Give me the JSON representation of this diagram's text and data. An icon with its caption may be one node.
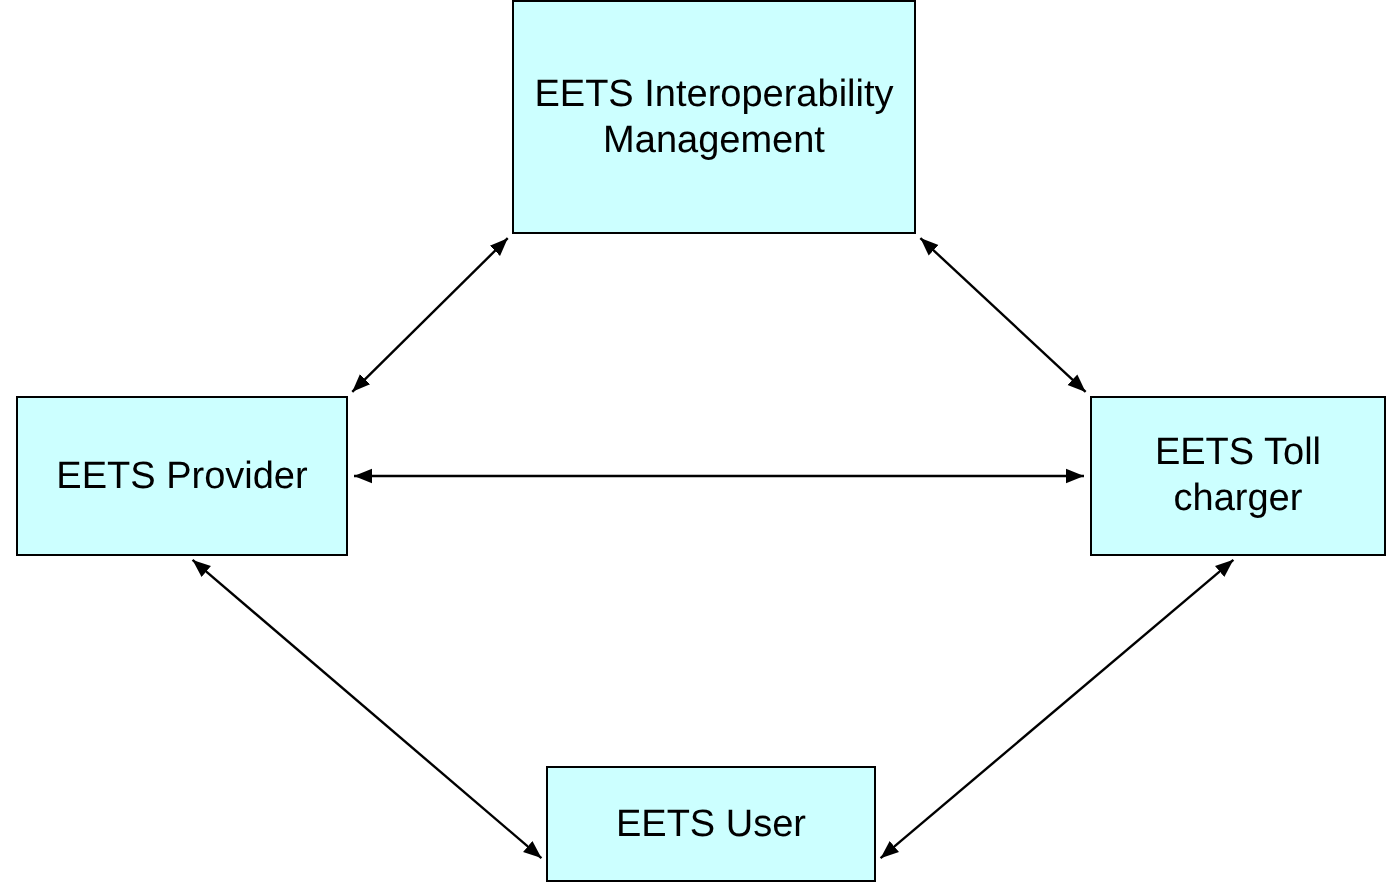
{
  "diagram": {
    "nodes": [
      {
        "text": [
          "EETS Interoperability Management"
        ]
      },
      {
        "text": [
          "EETS Provider"
        ]
      },
      {
        "text": [
          "EETS Toll charger"
        ]
      },
      {
        "text": [
          "EETS User"
        ]
      }
    ],
    "edges": [
      {
        "from": 0,
        "to": 1,
        "arrow": "both"
      },
      {
        "from": 0,
        "to": 2,
        "arrow": "both"
      },
      {
        "from": 1,
        "to": 2,
        "arrow": "both"
      },
      {
        "from": 1,
        "to": 3,
        "arrow": "both"
      },
      {
        "from": 2,
        "to": 3,
        "arrow": "both"
      }
    ]
  }
}
